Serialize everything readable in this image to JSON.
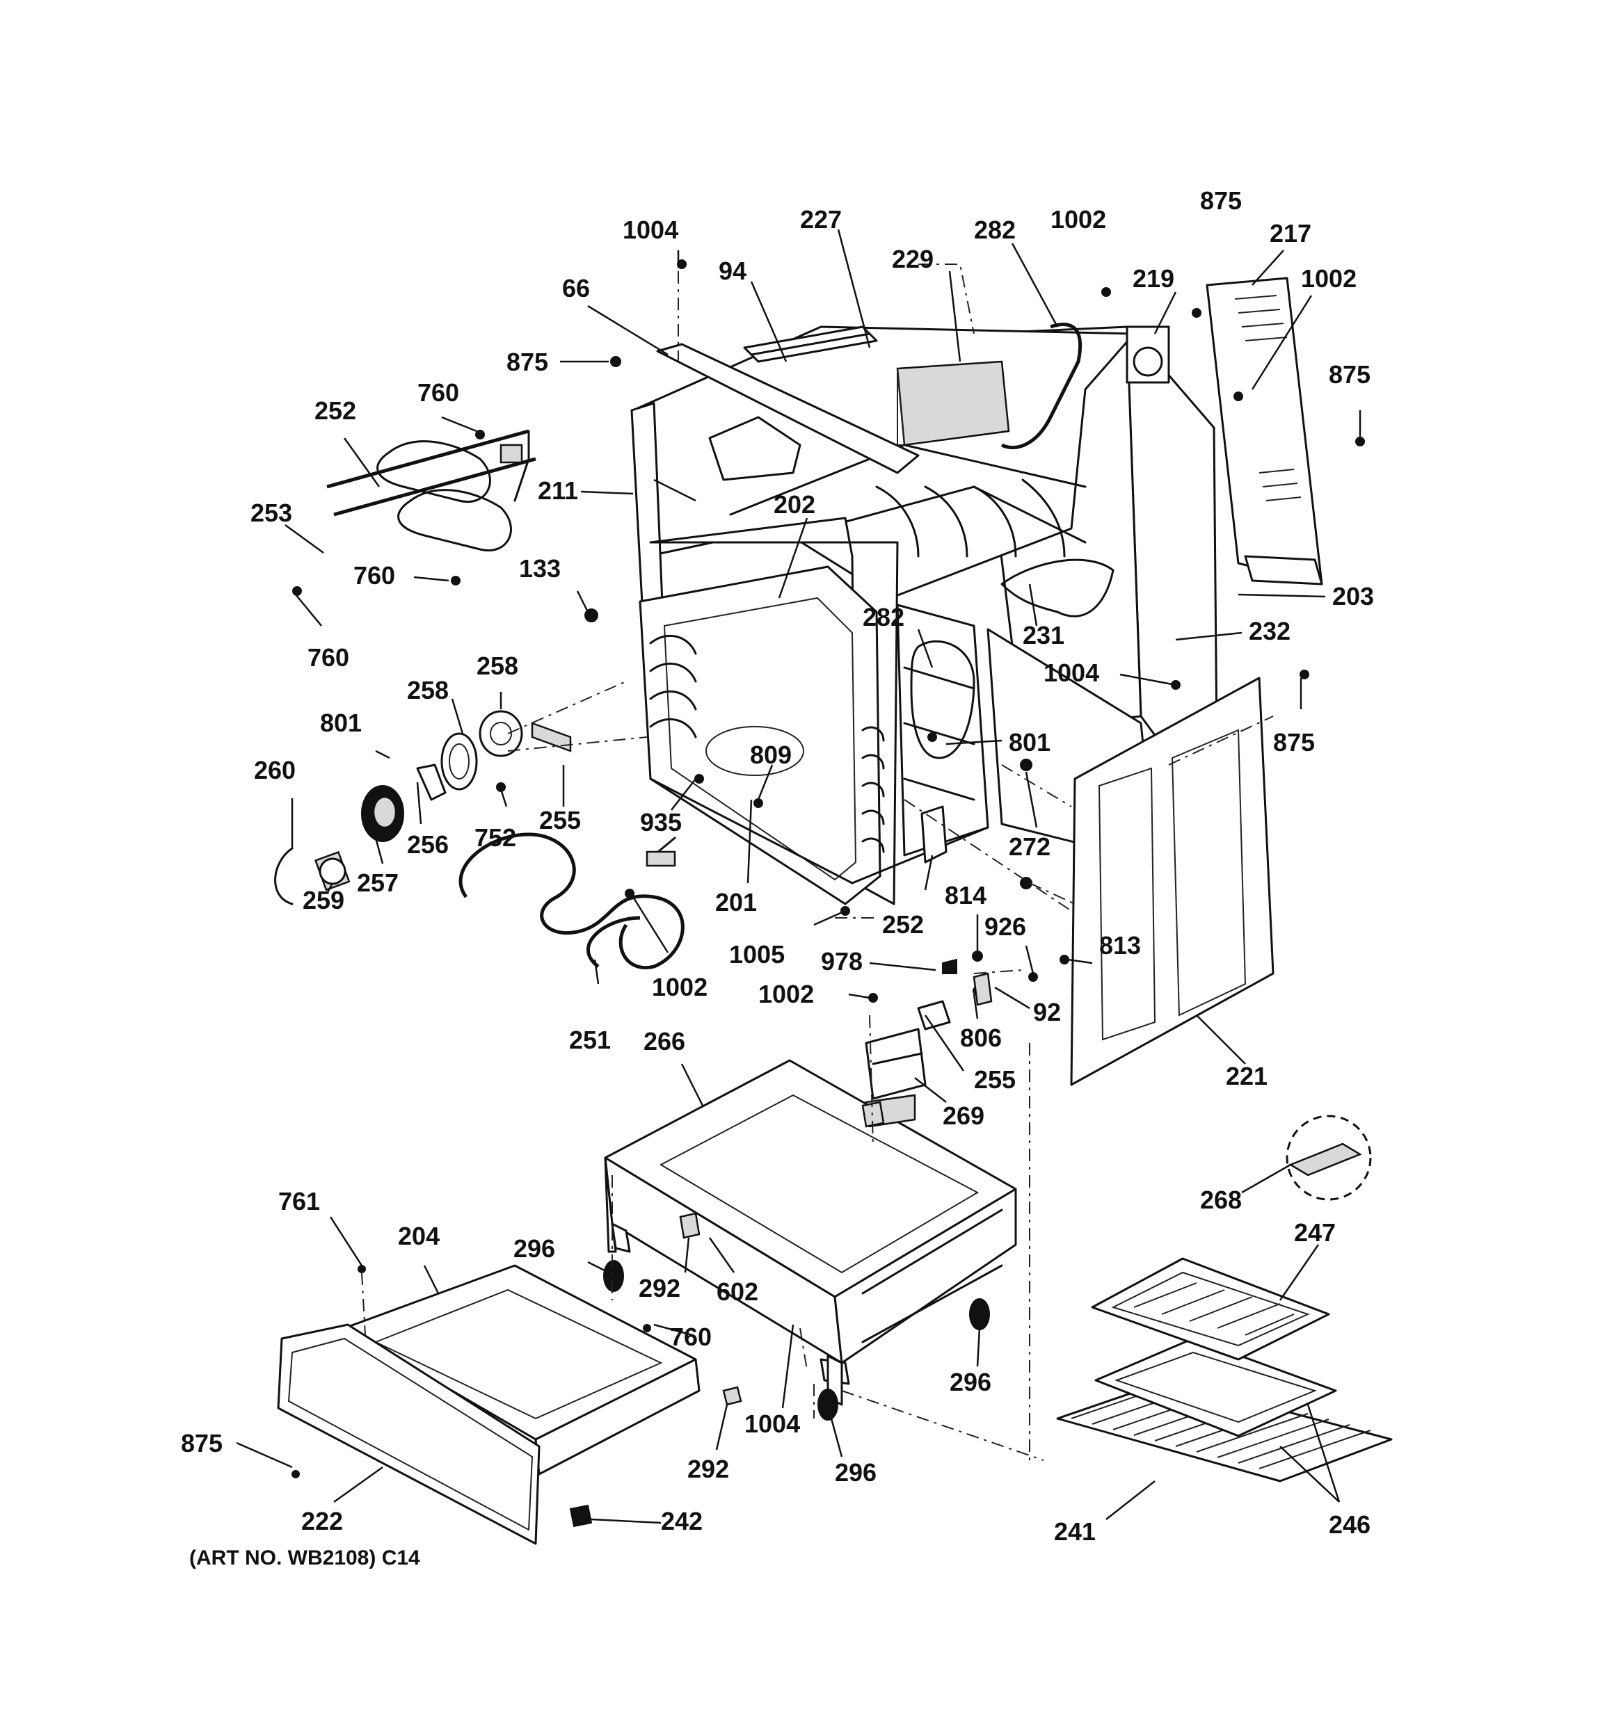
{
  "callouts": {
    "c1004a": "1004",
    "c227": "227",
    "c282a": "282",
    "c1002a": "1002",
    "c875a": "875",
    "c217": "217",
    "c229": "229",
    "c94": "94",
    "c66": "66",
    "c219": "219",
    "c1002b": "1002",
    "c875b": "875",
    "c760a": "760",
    "c252a": "252",
    "c875c": "875",
    "c211": "211",
    "c253": "253",
    "c760b": "760",
    "c202": "202",
    "c133": "133",
    "c760c": "760",
    "c203": "203",
    "c282b": "282",
    "c231": "231",
    "c232": "232",
    "c1004b": "1004",
    "c258a": "258",
    "c258b": "258",
    "c801a": "801",
    "c875d": "875",
    "c801b": "801",
    "c260": "260",
    "c809": "809",
    "c255a": "255",
    "c935": "935",
    "c256": "256",
    "c752": "752",
    "c272": "272",
    "c257": "257",
    "c259": "259",
    "c201": "201",
    "c814": "814",
    "c926": "926",
    "c252b": "252",
    "c1005": "1005",
    "c813": "813",
    "c978": "978",
    "c1002c": "1002",
    "c92": "92",
    "c1002d": "1002",
    "c806": "806",
    "c251": "251",
    "c266": "266",
    "c221": "221",
    "c255b": "255",
    "c269": "269",
    "c268": "268",
    "c761": "761",
    "c247": "247",
    "c204": "204",
    "c296a": "296",
    "c292a": "292",
    "c602": "602",
    "c760d": "760",
    "c296b": "296",
    "c875e": "875",
    "c1004c": "1004",
    "c292b": "292",
    "c296c": "296",
    "c222": "222",
    "c242": "242",
    "c246": "246",
    "c241": "241"
  },
  "caption": "(ART NO. WB2108) C14"
}
